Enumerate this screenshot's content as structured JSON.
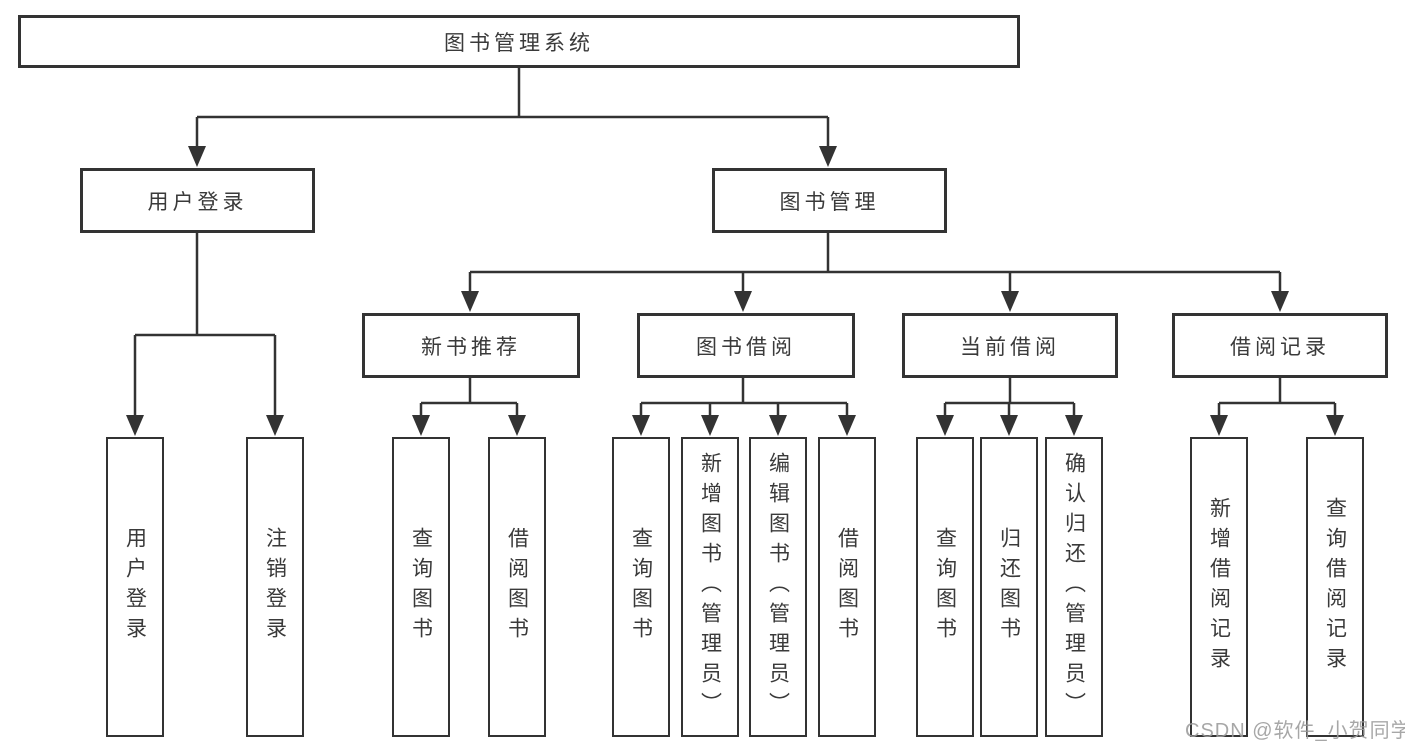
{
  "diagram": {
    "tree": {
      "root": "图书管理系统",
      "children": [
        {
          "label": "用户登录",
          "children": [
            "用户登录",
            "注销登录"
          ]
        },
        {
          "label": "图书管理",
          "children": [
            {
              "label": "新书推荐",
              "children": [
                "查询图书",
                "借阅图书"
              ]
            },
            {
              "label": "图书借阅",
              "children": [
                "查询图书",
                "新增图书（管理员）",
                "编辑图书（管理员）",
                "借阅图书"
              ]
            },
            {
              "label": "当前借阅",
              "children": [
                "查询图书",
                "归还图书",
                "确认归还（管理员）"
              ]
            },
            {
              "label": "借阅记录",
              "children": [
                "新增借阅记录",
                "查询借阅记录"
              ]
            }
          ]
        }
      ]
    },
    "colors": {
      "line": "#333333",
      "text": "#3a3a3a",
      "background": "#ffffff",
      "watermark": "#9c9c9c"
    }
  },
  "watermark": "CSDN @软件_小贺同学"
}
